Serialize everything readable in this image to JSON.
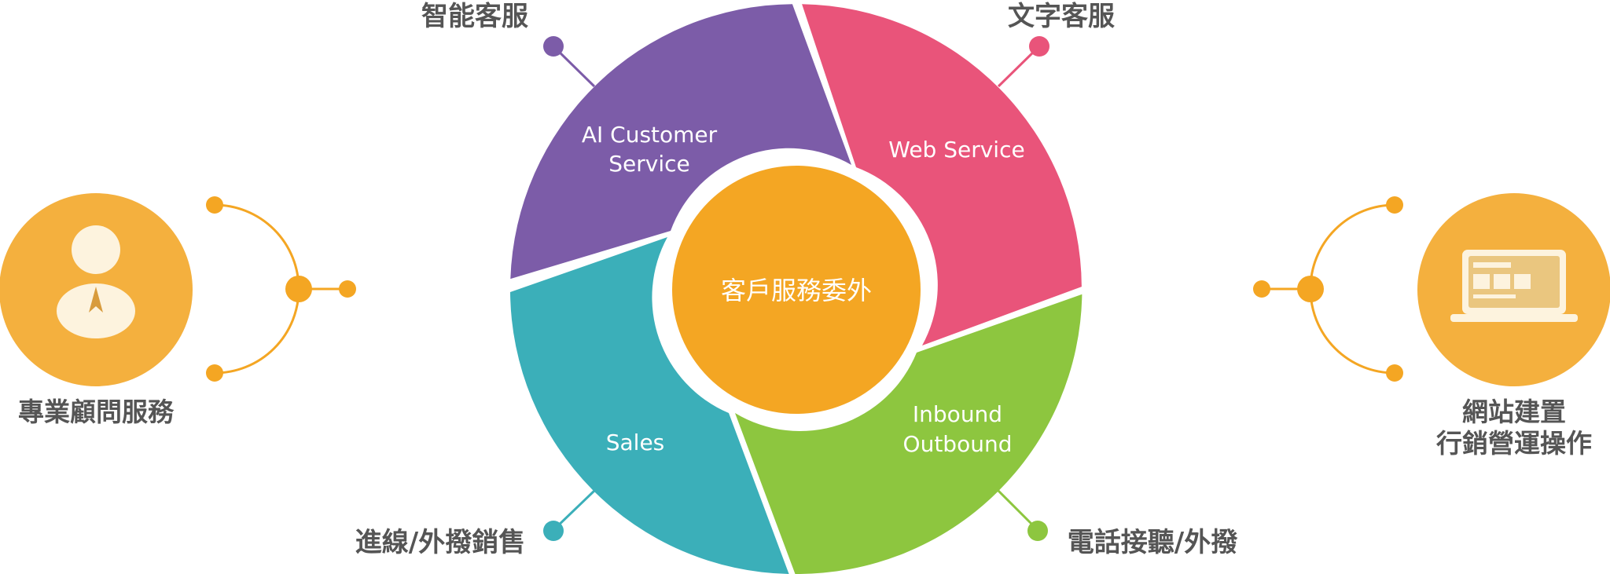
{
  "center": {
    "label": "客戶服務委外",
    "color": "#F4A623"
  },
  "segments": [
    {
      "id": "ai",
      "en_lines": [
        "AI Customer",
        "Service"
      ],
      "cn": "智能客服",
      "color": "#7C5CA8"
    },
    {
      "id": "web",
      "en_lines": [
        "Web Service"
      ],
      "cn": "文字客服",
      "color": "#E9547A"
    },
    {
      "id": "inbound",
      "en_lines": [
        "Inbound",
        "Outbound"
      ],
      "cn": "電話接聽/外撥",
      "color": "#8DC63F"
    },
    {
      "id": "sales",
      "en_lines": [
        "Sales"
      ],
      "cn": "進線/外撥銷售",
      "color": "#3BAFB9"
    }
  ],
  "left_node": {
    "label": "專業顧問服務",
    "icon": "consultant-person-icon",
    "color": "#F4B03E"
  },
  "right_node": {
    "label_lines": [
      "網站建置",
      "行銷營運操作"
    ],
    "icon": "laptop-icon",
    "color": "#F4B03E"
  },
  "connector_color": "#F4A623"
}
